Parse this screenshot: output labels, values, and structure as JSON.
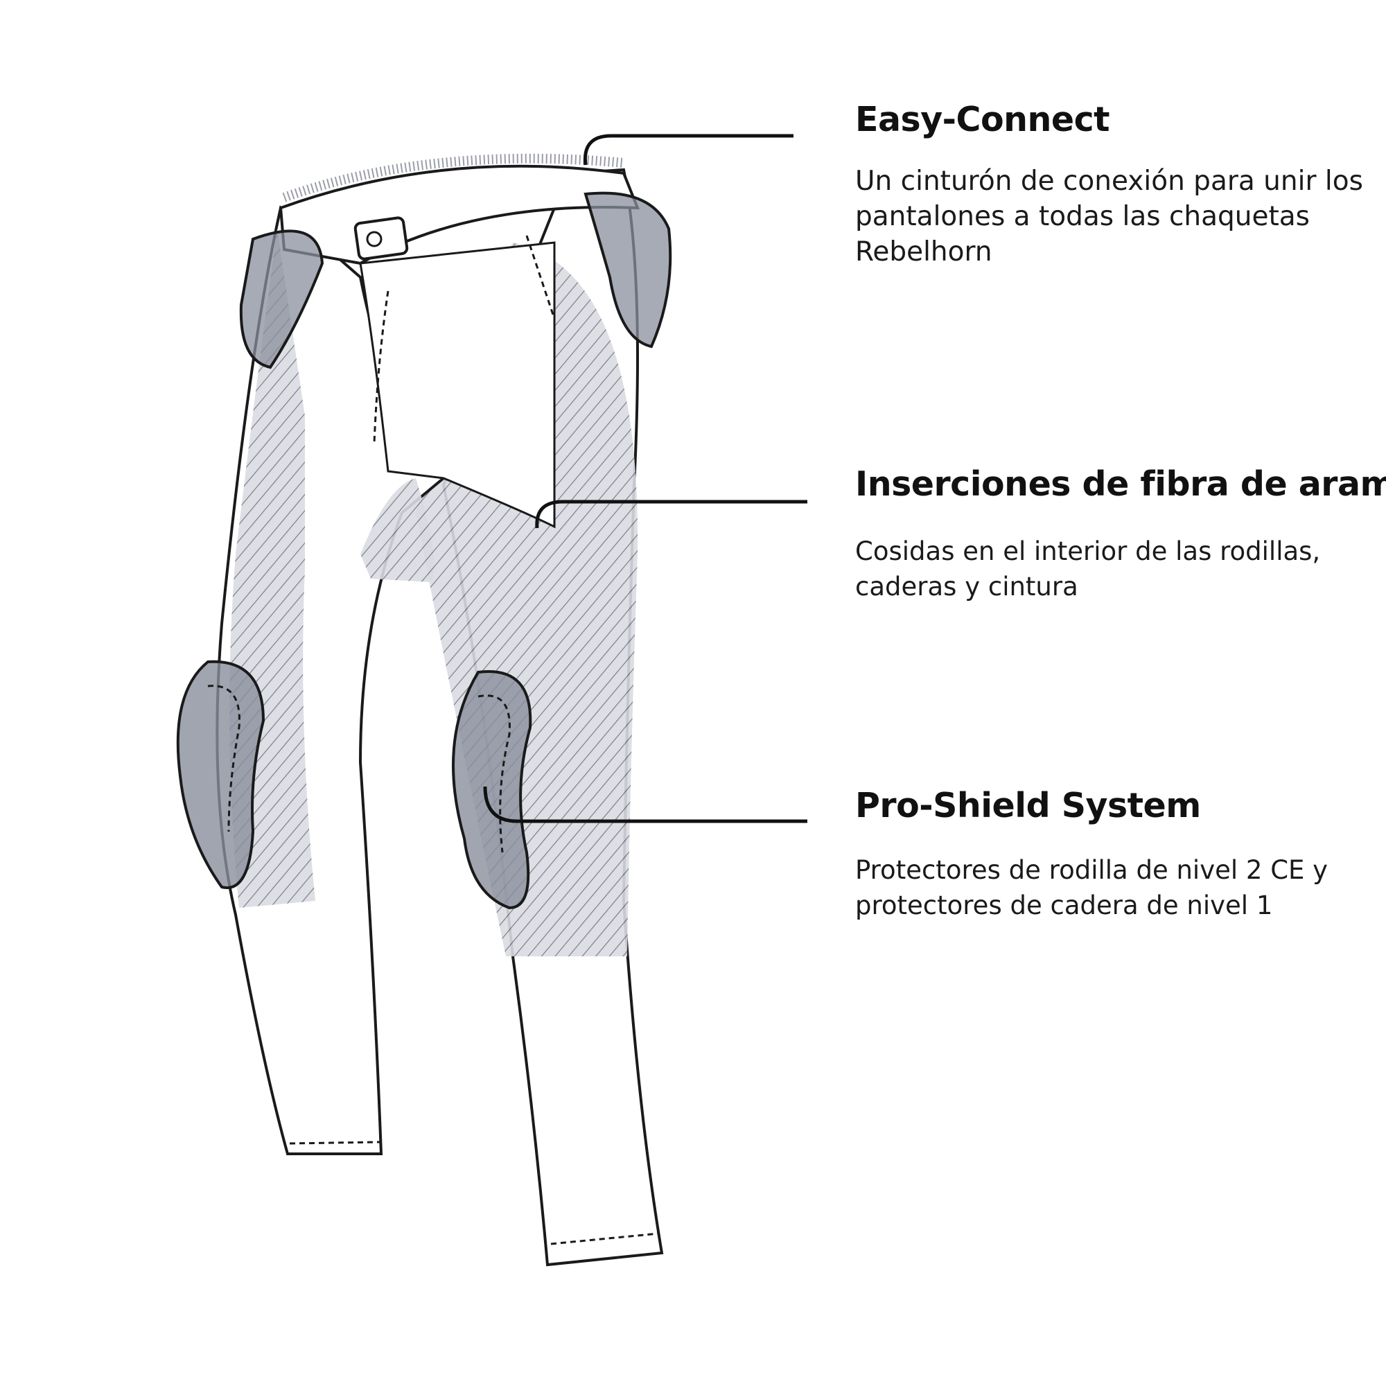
{
  "features": [
    {
      "title": "Easy-Connect",
      "description": "Un cinturón de conexión para unir los pantalones a todas las chaquetas Rebelhorn"
    },
    {
      "title": "Inserciones de fibra de aramida",
      "description": "Cosidas en el interior de las rodillas, caderas y cintura"
    },
    {
      "title": "Pro-Shield System",
      "description": "Protectores de rodilla de nivel 2 CE y protectores de cadera de nivel 1"
    }
  ],
  "colors": {
    "outline": "#1a1a1a",
    "protector_fill": "#8a8f9c",
    "hatch": "#6c7080",
    "fabric": "#ffffff"
  }
}
